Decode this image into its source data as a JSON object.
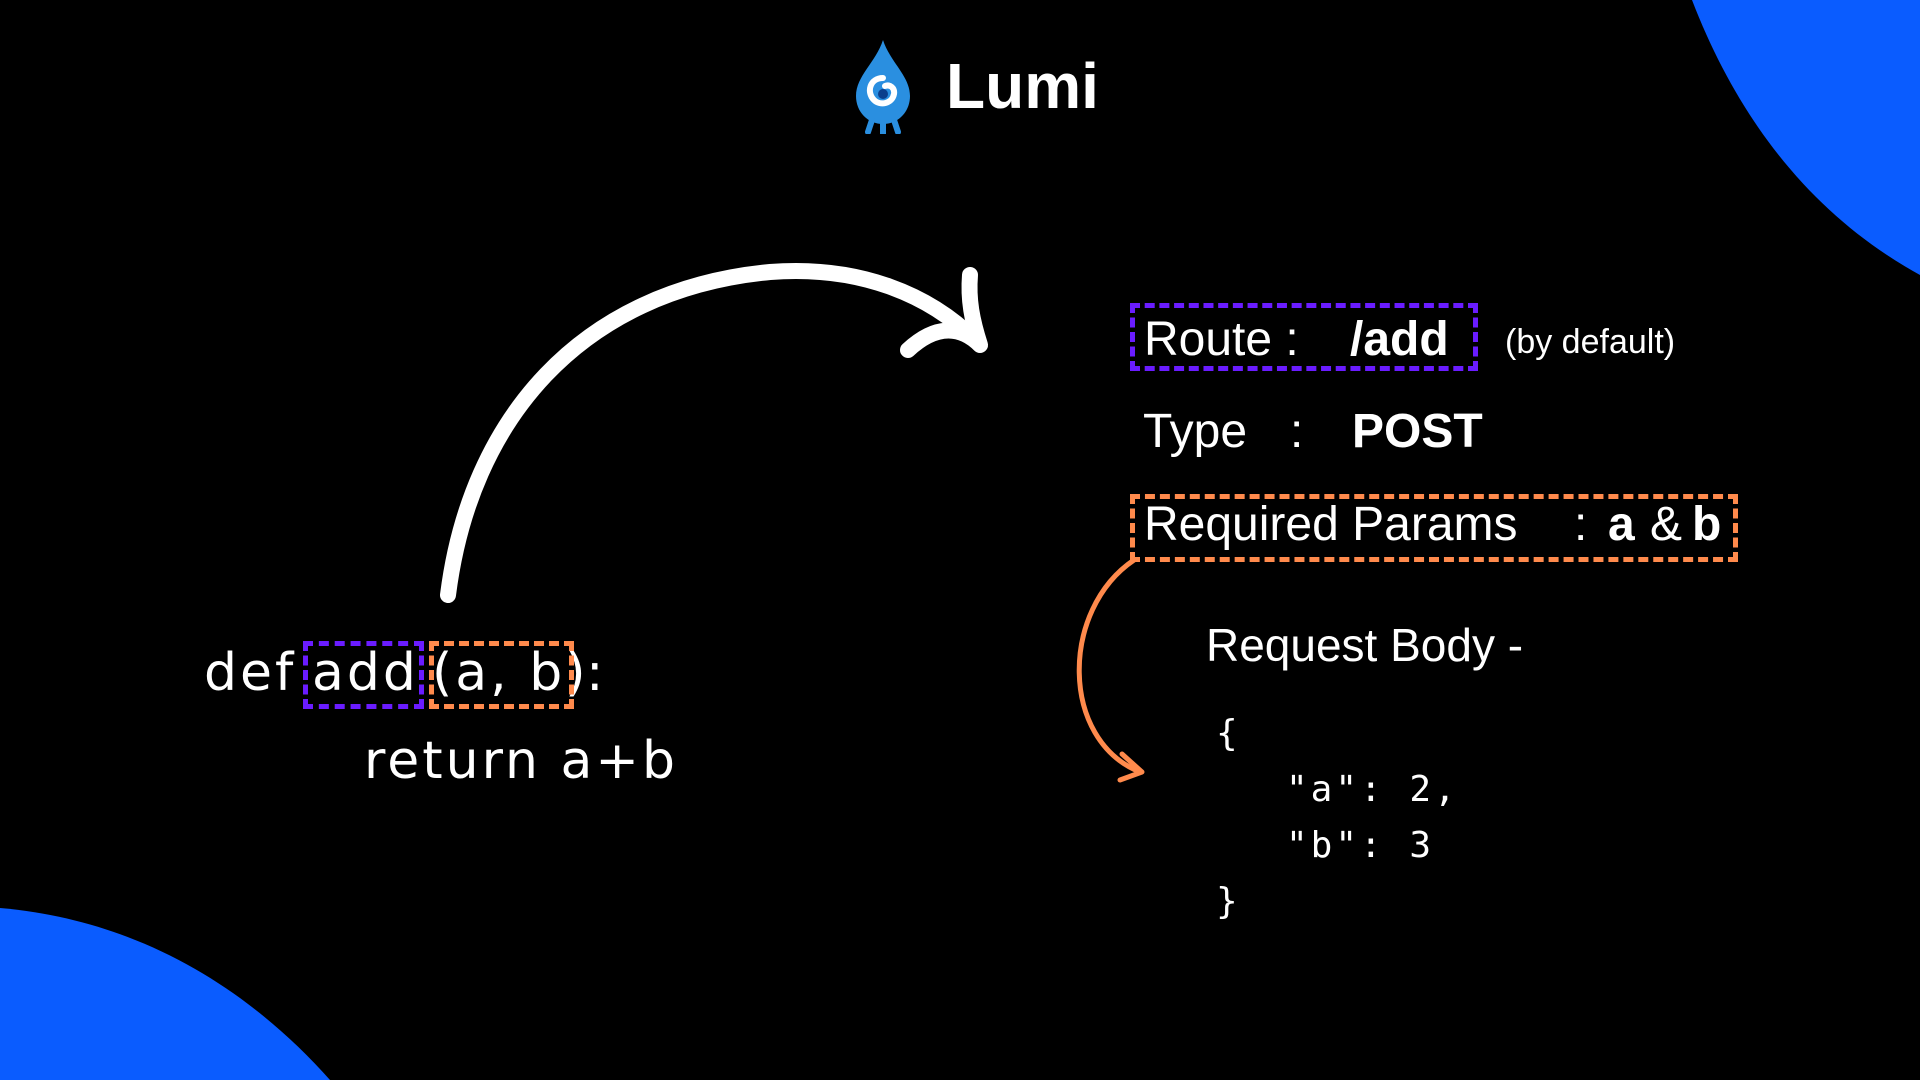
{
  "brand": {
    "name": "Lumi",
    "logo_icon": "water-drop-icon",
    "accent_color": "#0a5cff"
  },
  "code": {
    "keyword": "def",
    "function_name": "add",
    "parameters": "(a, b)",
    "colon": ":",
    "return_line": "return a+b"
  },
  "endpoint": {
    "route_label": "Route :",
    "route_value": "/add",
    "route_note": "(by default)",
    "type_label": "Type",
    "type_colon": ":",
    "type_value": "POST",
    "params_label": "Required Params",
    "params_colon": ":",
    "param_a": "a",
    "param_join": "&",
    "param_b": "b"
  },
  "request_body": {
    "label": "Request Body -",
    "open_brace": "{",
    "line_a": "\"a\": 2,",
    "line_b": "\"b\": 3",
    "close_brace": "}"
  },
  "colors": {
    "background": "#000000",
    "text": "#ffffff",
    "highlight_name": "#6a1cff",
    "highlight_params": "#ff8a4c",
    "corner_shapes": "#0a5cff"
  }
}
